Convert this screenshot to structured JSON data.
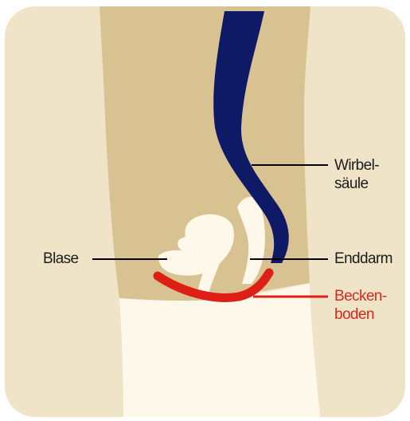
{
  "colors": {
    "background_panel": "#efe4c7",
    "body": "#d9c291",
    "organ_light": "#fdf8e9",
    "spine": "#0f1a66",
    "pelvic_floor": "#dd1f15",
    "label_text": "#1d1d1d",
    "pelvic_floor_label_text": "#d8281e",
    "leader_line": "#000000"
  },
  "labels": {
    "blase": "Blase",
    "wirbelsaeule_line1": "Wirbel-",
    "wirbelsaeule_line2": "säule",
    "enddarm": "Enddarm",
    "beckenboden_line1": "Becken-",
    "beckenboden_line2": "boden"
  }
}
